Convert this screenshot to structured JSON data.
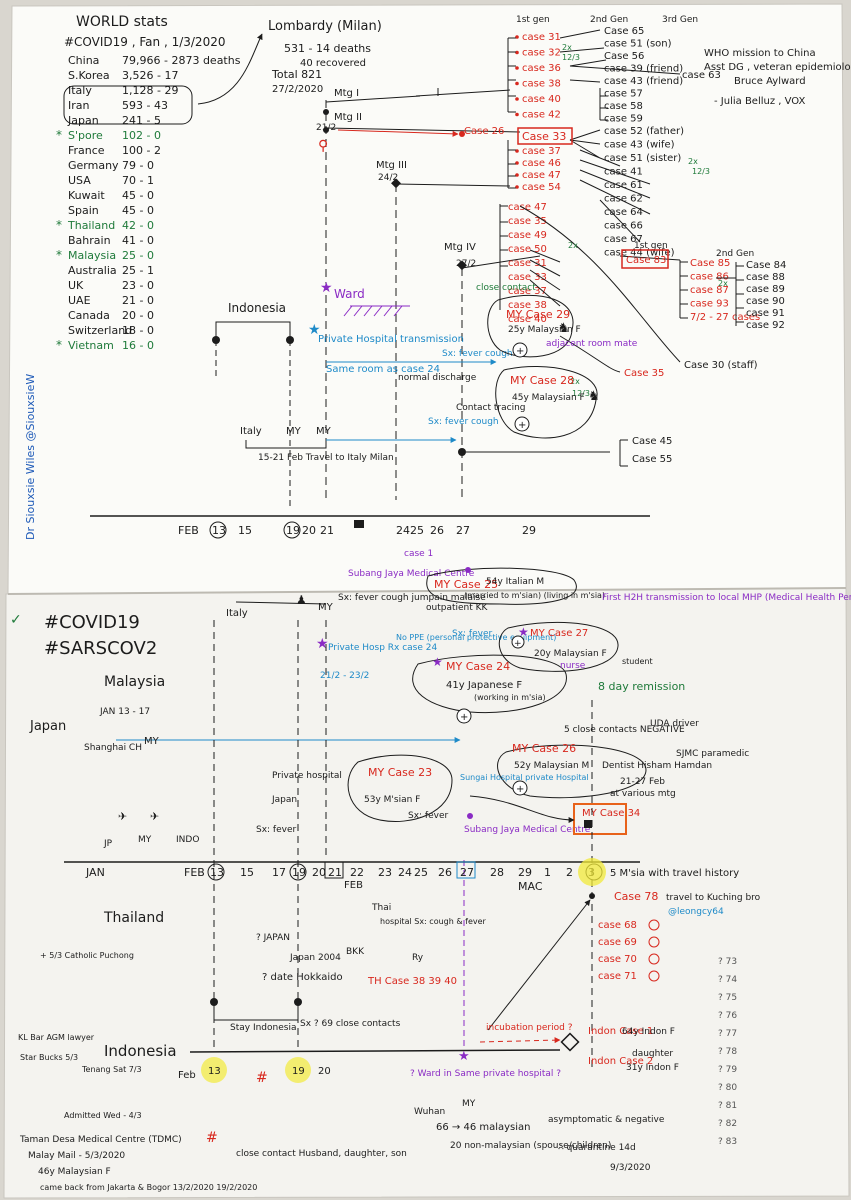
{
  "colors": {
    "ink": "#1c1c1c",
    "red": "#d8281e",
    "green": "#1f7a3a",
    "purple": "#8a2bc4",
    "blue": "#1e8ac8",
    "orange": "#e8621a",
    "yellow": "#f2e93a",
    "paper1": "#fbfbf8",
    "paper2": "#f3f2ee"
  },
  "world": {
    "title": "WORLD stats",
    "subtitle": "#COVID19 , Fan , 1/3/2020",
    "rows": [
      {
        "c": "China",
        "v": "79,966 - 2873 deaths"
      },
      {
        "c": "S.Korea",
        "v": "3,526 - 17"
      },
      {
        "c": "Italy",
        "v": "1,128 - 29"
      },
      {
        "c": "Iran",
        "v": "593 - 43"
      },
      {
        "c": "Japan",
        "v": "241 - 5"
      },
      {
        "c": "S'pore",
        "v": "102 - 0"
      },
      {
        "c": "France",
        "v": "100 - 2"
      },
      {
        "c": "Germany",
        "v": "79 - 0"
      },
      {
        "c": "USA",
        "v": "70 - 1"
      },
      {
        "c": "Kuwait",
        "v": "45 - 0"
      },
      {
        "c": "Spain",
        "v": "45 - 0"
      },
      {
        "c": "Thailand",
        "v": "42 - 0"
      },
      {
        "c": "Bahrain",
        "v": "41 - 0"
      },
      {
        "c": "Malaysia",
        "v": "25 - 0"
      },
      {
        "c": "Australia",
        "v": "25 - 1"
      },
      {
        "c": "UK",
        "v": "23 - 0"
      },
      {
        "c": "UAE",
        "v": "21 - 0"
      },
      {
        "c": "Canada",
        "v": "20 - 0"
      },
      {
        "c": "Switzerland",
        "v": "18 - 0"
      },
      {
        "c": "Vietnam",
        "v": "16 - 0"
      }
    ]
  },
  "top": {
    "lombardy": "Lombardy (Milan)",
    "lombardy_stats": "531 - 14 deaths",
    "recovered": "40 recovered",
    "total": "Total 821",
    "total_date": "27/2/2020",
    "mtg1": "Mtg I",
    "mtg2": "Mtg II",
    "mtg3": "Mtg III",
    "mtg4": "Mtg IV",
    "mtg2_date": "21/2",
    "mtg3_date": "24/2",
    "mtg4_date": "27/2",
    "gen1": "1st gen",
    "gen2": "2nd Gen",
    "gen3": "3rd Gen",
    "gen1b": "1st gen",
    "gen2b": "2nd Gen",
    "case26": "Case 26",
    "who": "WHO mission to China",
    "who2": "Asst DG , veteran epidemiologist",
    "who3": "Bruce Aylward",
    "who4": "- Julia Belluz , VOX",
    "colA": [
      "case 31",
      "case 32",
      "case 36",
      "case 38",
      "case 40",
      "case 42"
    ],
    "colB": [
      "Case 65",
      "case 51 (son)",
      "Case 56",
      "case 39 (friend)",
      "case 43 (friend)",
      "case 57",
      "case 58",
      "case 59"
    ],
    "case63": "case 63",
    "case33": "Case 33",
    "colC": [
      "case 52 (father)",
      "case 43 (wife)",
      "case 51 (sister)",
      "case 41",
      "case 61",
      "case 62",
      "case 64",
      "case 66",
      "case 67",
      "case 44 (wife)"
    ],
    "colD": [
      "case 37",
      "case 46",
      "case 47",
      "case 54"
    ],
    "colE": [
      "case 47",
      "case 35",
      "case 49",
      "case 50",
      "case 31",
      "case 33",
      "case 37",
      "case 38",
      "case 40"
    ],
    "case83": "Case 83",
    "colF": [
      "Case 85",
      "case 86",
      "case 87",
      "case 93",
      "7/2 - 27 cases"
    ],
    "colG": [
      "Case 84",
      "case 88",
      "case 89",
      "case 90",
      "case 91",
      "case 92"
    ],
    "case30": "Case 30 (staff)",
    "case35": "Case 35",
    "case45": "Case 45",
    "case55": "Case 55",
    "neg": "2x",
    "neg_date": "12/3",
    "indonesia": "Indonesia",
    "ward": "Ward",
    "pvt_hosp": "Private Hospital transmission",
    "same_room": "Same room as case 24",
    "normal": "normal discharge",
    "sx_fever": "Sx: fever cough",
    "close_contact": "close contact",
    "contact_tracing": "Contact tracing",
    "case29": "MY Case 29",
    "case29d": "25y Malaysian F",
    "adjacent": "adjacent room mate",
    "case28": "MY Case 28",
    "case28d": "45y Malaysian F",
    "italy": "Italy",
    "my": "MY",
    "travel": "15-21 Feb Travel to Italy Milan"
  },
  "author": "Dr Siouxsie Wiles @SiouxsieW",
  "axis1": {
    "feb": "FEB",
    "d13": "13",
    "d15": "15",
    "d19": "19",
    "d20": "20",
    "d21": "21",
    "d24": "24",
    "d25": "25",
    "d26": "26",
    "d27": "27",
    "d29": "29"
  },
  "mid": {
    "subang": "Subang Jaya Medical Centre",
    "case1": "case 1",
    "case25": "MY Case 25",
    "case25d": "54y Italian M",
    "case25e": "(married to m'sian) (living in m'sia)",
    "sx": "Sx: fever cough jumpain malaise",
    "outpatient": "outpatient KK",
    "first_h2h": "First H2H transmission to local MHP (Medical Health Personnel)",
    "student": "student"
  },
  "bottom": {
    "covid": "#COVID19",
    "sars": "#SARSCOV2",
    "malaysia": "Malaysia",
    "japan": "Japan",
    "japan_dates": "JAN 13 - 17",
    "shanghai": "Shanghai CH",
    "pvt_hosp2": "Private Hosp Rx case 24",
    "nopp": "No PPE (personal protective equipment)",
    "dates_21_23": "21/2 - 23/2",
    "case27": "MY Case 27",
    "case27d": "20y Malaysian F",
    "nurse": "nurse",
    "case24": "MY Case 24",
    "case24d": "41y Japanese F",
    "case24e": "(working in m'sia)",
    "remission": "8 day remission",
    "sx2": "Sx: fever",
    "case26": "MY Case 26",
    "case26d": "52y Malaysian M",
    "negative": "5 close contacts NEGATIVE",
    "uda": "UDA driver",
    "sjmc": "SJMC paramedic",
    "dentist": "Dentist Hisham Hamdan",
    "dates_21_27": "21-27 Feb",
    "various": "at various mtg",
    "case23": "MY Case 23",
    "case23d": "53y M'sian F",
    "case34": "MY Case 34",
    "private_hosp": "Private hospital",
    "jp": "JP",
    "my": "MY",
    "indo": "INDO",
    "japan2": "Japan",
    "sx_fever": "Sx: fever",
    "hospital": "Sungai Hospital private Hospital"
  },
  "axis2": {
    "jan": "JAN",
    "feb": "FEB",
    "mac": "MAC",
    "d13": "13",
    "d15": "15",
    "d17": "17",
    "d19": "19",
    "d20": "20",
    "d21": "21",
    "d22": "22",
    "d23": "23",
    "d24": "24",
    "d25": "25",
    "d26": "26",
    "d27": "27",
    "d28": "28",
    "d29": "29",
    "d1": "1",
    "d2": "2",
    "d3": "3"
  },
  "low": {
    "five": "5 M'sia with travel history",
    "thailand": "Thailand",
    "case78": "Case 78",
    "travel2": "travel to Kuching bro",
    "handle": "@leongcy64",
    "cases": [
      "case 68",
      "case 69",
      "case 70",
      "case 71"
    ],
    "q": [
      "? 73",
      "? 74",
      "? 75",
      "? 76",
      "? 77",
      "? 78",
      "? 79",
      "? 80",
      "? 81",
      "? 82",
      "? 83"
    ],
    "japan_q": "? JAPAN",
    "japan_tour": "Japan 2004",
    "bkk": "BKK",
    "thai": "Thai",
    "hospital2": "hospital Sx: cough & fever",
    "ry": "Ry",
    "hokkaido": "? date Hokkaido",
    "th_case": "TH Case 38 39 40",
    "stay": "Stay Indonesia",
    "sx69": "Sx ? 69 close contacts",
    "indonesia": "Indonesia",
    "incubation": "incubation period ?",
    "indon_case1": "Indon Case 1",
    "indon_case1d": "64y Indon F",
    "daughter": "daughter",
    "indon_case2": "Indon Case 2",
    "indon_case2d": "31y Indon F",
    "ward_q": "? Ward in Same private hospital ?",
    "wuhan": "Wuhan",
    "my2": "MY",
    "m66": "66 → 46 malaysian",
    "m20": "20 non-malaysian (spouse/children)",
    "asym": "asymptomatic & negative",
    "quarantine": "∴ quarantine 14d",
    "qdate": "9/3/2020",
    "feb_label": "Feb",
    "catholic": "+ 5/3 Catholic Puchong",
    "kl": "KL Bar AGM lawyer",
    "starbucks": "Star Bucks 5/3",
    "tenang": "Tenang Sat 7/3",
    "admitted": "Admitted Wed - 4/3",
    "tdmc": "Taman Desa Medical Centre (TDMC)",
    "tdmc2": "Malay Mail - 5/3/2020",
    "tdmc3": "46y Malaysian F",
    "tdmc4": "came back from Jakarta & Bogor 13/2/2020 19/2/2020",
    "close_family": "close contact Husband, daughter, son"
  }
}
